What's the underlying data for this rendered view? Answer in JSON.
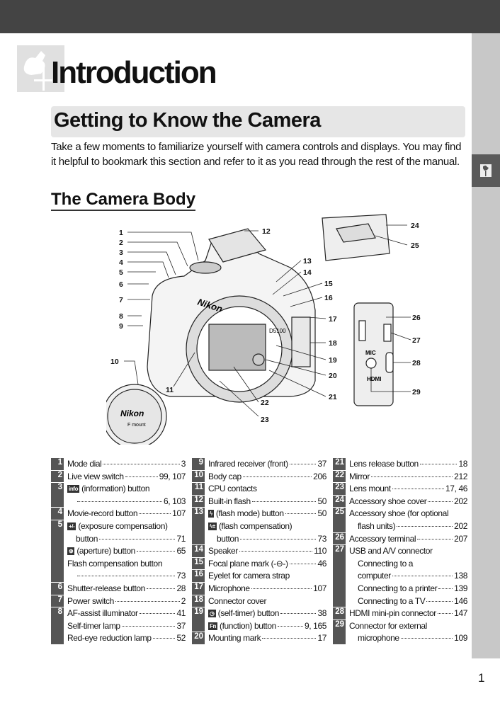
{
  "header": {
    "chapter": "Introduction",
    "section": "Getting to Know the Camera",
    "intro": "Take a few moments to familiarize yourself with camera controls and displays.  You may find it helpful to bookmark this section and refer to it as you read through the rest of the manual.",
    "subheading": "The Camera Body"
  },
  "icons": {
    "chapter_logo": "rooster-weathervane-icon",
    "side_tab": "rooster-weathervane-icon"
  },
  "diagram": {
    "brand": "Nikon",
    "model": "D5100",
    "cap_text": "Nikon",
    "cap_sub": "F mount",
    "port_labels": [
      "MIC",
      "HDMI"
    ],
    "callouts": [
      "1",
      "2",
      "3",
      "4",
      "5",
      "6",
      "7",
      "8",
      "9",
      "10",
      "11",
      "12",
      "13",
      "14",
      "15",
      "16",
      "17",
      "18",
      "19",
      "20",
      "21",
      "22",
      "23",
      "24",
      "25",
      "26",
      "27",
      "28",
      "29"
    ]
  },
  "columns": [
    [
      {
        "num": "1",
        "lines": [
          {
            "text": "Mode dial",
            "page": "3"
          }
        ]
      },
      {
        "num": "2",
        "lines": [
          {
            "text": "Live view switch",
            "page": "99, 107"
          }
        ]
      },
      {
        "num": "3",
        "lines": [
          {
            "icon": "info",
            "text": "(information) button"
          },
          {
            "text": "",
            "page": "6, 103",
            "indent": true
          }
        ]
      },
      {
        "num": "4",
        "lines": [
          {
            "text": "Movie-record button",
            "page": "107"
          }
        ]
      },
      {
        "num": "5",
        "lines": [
          {
            "icon": "+/-",
            "text": "(exposure compensation)"
          },
          {
            "text": "button",
            "page": "71",
            "indent": true
          },
          {
            "icon": "⊛",
            "text": "(aperture) button",
            "page": "65"
          },
          {
            "text": "Flash compensation button"
          },
          {
            "text": "",
            "page": "73",
            "indent": true
          }
        ]
      },
      {
        "num": "6",
        "lines": [
          {
            "text": "Shutter-release button",
            "page": "28"
          }
        ]
      },
      {
        "num": "7",
        "lines": [
          {
            "text": "Power switch",
            "page": "2"
          }
        ]
      },
      {
        "num": "8",
        "lines": [
          {
            "text": "AF-assist illuminator",
            "page": "41"
          },
          {
            "text": "Self-timer lamp",
            "page": "37"
          },
          {
            "text": "Red-eye reduction lamp",
            "page": "52"
          }
        ]
      }
    ],
    [
      {
        "num": "9",
        "lines": [
          {
            "text": "Infrared receiver (front)",
            "page": "37"
          }
        ]
      },
      {
        "num": "10",
        "lines": [
          {
            "text": "Body cap",
            "page": "206"
          }
        ]
      },
      {
        "num": "11",
        "lines": [
          {
            "text": "CPU contacts"
          }
        ]
      },
      {
        "num": "12",
        "lines": [
          {
            "text": "Built-in flash",
            "page": "50"
          }
        ]
      },
      {
        "num": "13",
        "lines": [
          {
            "icon": "ϟ",
            "text": "(flash mode) button",
            "page": "50"
          },
          {
            "icon": "ϟ±",
            "text": "(flash compensation)"
          },
          {
            "text": "button",
            "page": "73",
            "indent": true
          }
        ]
      },
      {
        "num": "14",
        "lines": [
          {
            "text": "Speaker",
            "page": "110"
          }
        ]
      },
      {
        "num": "15",
        "lines": [
          {
            "text": "Focal plane mark (-⊖-)",
            "page": "46"
          }
        ]
      },
      {
        "num": "16",
        "lines": [
          {
            "text": "Eyelet for camera strap"
          }
        ]
      },
      {
        "num": "17",
        "lines": [
          {
            "text": "Microphone",
            "page": "107"
          }
        ]
      },
      {
        "num": "18",
        "lines": [
          {
            "text": "Connector cover"
          }
        ]
      },
      {
        "num": "19",
        "lines": [
          {
            "icon": "◷",
            "text": "(self-timer) button",
            "page": "38"
          },
          {
            "icon": "Fn",
            "text": "(function) button",
            "page": "9, 165"
          }
        ]
      },
      {
        "num": "20",
        "lines": [
          {
            "text": "Mounting mark",
            "page": "17"
          }
        ]
      }
    ],
    [
      {
        "num": "21",
        "lines": [
          {
            "text": "Lens release button",
            "page": "18"
          }
        ]
      },
      {
        "num": "22",
        "lines": [
          {
            "text": "Mirror",
            "page": "212"
          }
        ]
      },
      {
        "num": "23",
        "lines": [
          {
            "text": "Lens mount",
            "page": "17, 46"
          }
        ]
      },
      {
        "num": "24",
        "lines": [
          {
            "text": "Accessory shoe cover",
            "page": "202"
          }
        ]
      },
      {
        "num": "25",
        "lines": [
          {
            "text": "Accessory shoe (for optional"
          },
          {
            "text": "flash units)",
            "page": "202",
            "indent": true
          }
        ]
      },
      {
        "num": "26",
        "lines": [
          {
            "text": "Accessory terminal",
            "page": "207"
          }
        ]
      },
      {
        "num": "27",
        "lines": [
          {
            "text": "USB and A/V connector"
          },
          {
            "text": "Connecting to a",
            "indent": true
          },
          {
            "text": "computer",
            "page": "138",
            "indent": true
          },
          {
            "text": "Connecting to a printer",
            "page": "139",
            "indent": true
          },
          {
            "text": "Connecting to a TV",
            "page": "146",
            "indent": true
          }
        ]
      },
      {
        "num": "28",
        "lines": [
          {
            "text": "HDMI mini-pin connector",
            "page": "147"
          }
        ]
      },
      {
        "num": "29",
        "lines": [
          {
            "text": "Connector for external"
          },
          {
            "text": "microphone",
            "page": "109",
            "indent": true
          }
        ]
      }
    ]
  ],
  "footer": {
    "page_number": "1"
  }
}
